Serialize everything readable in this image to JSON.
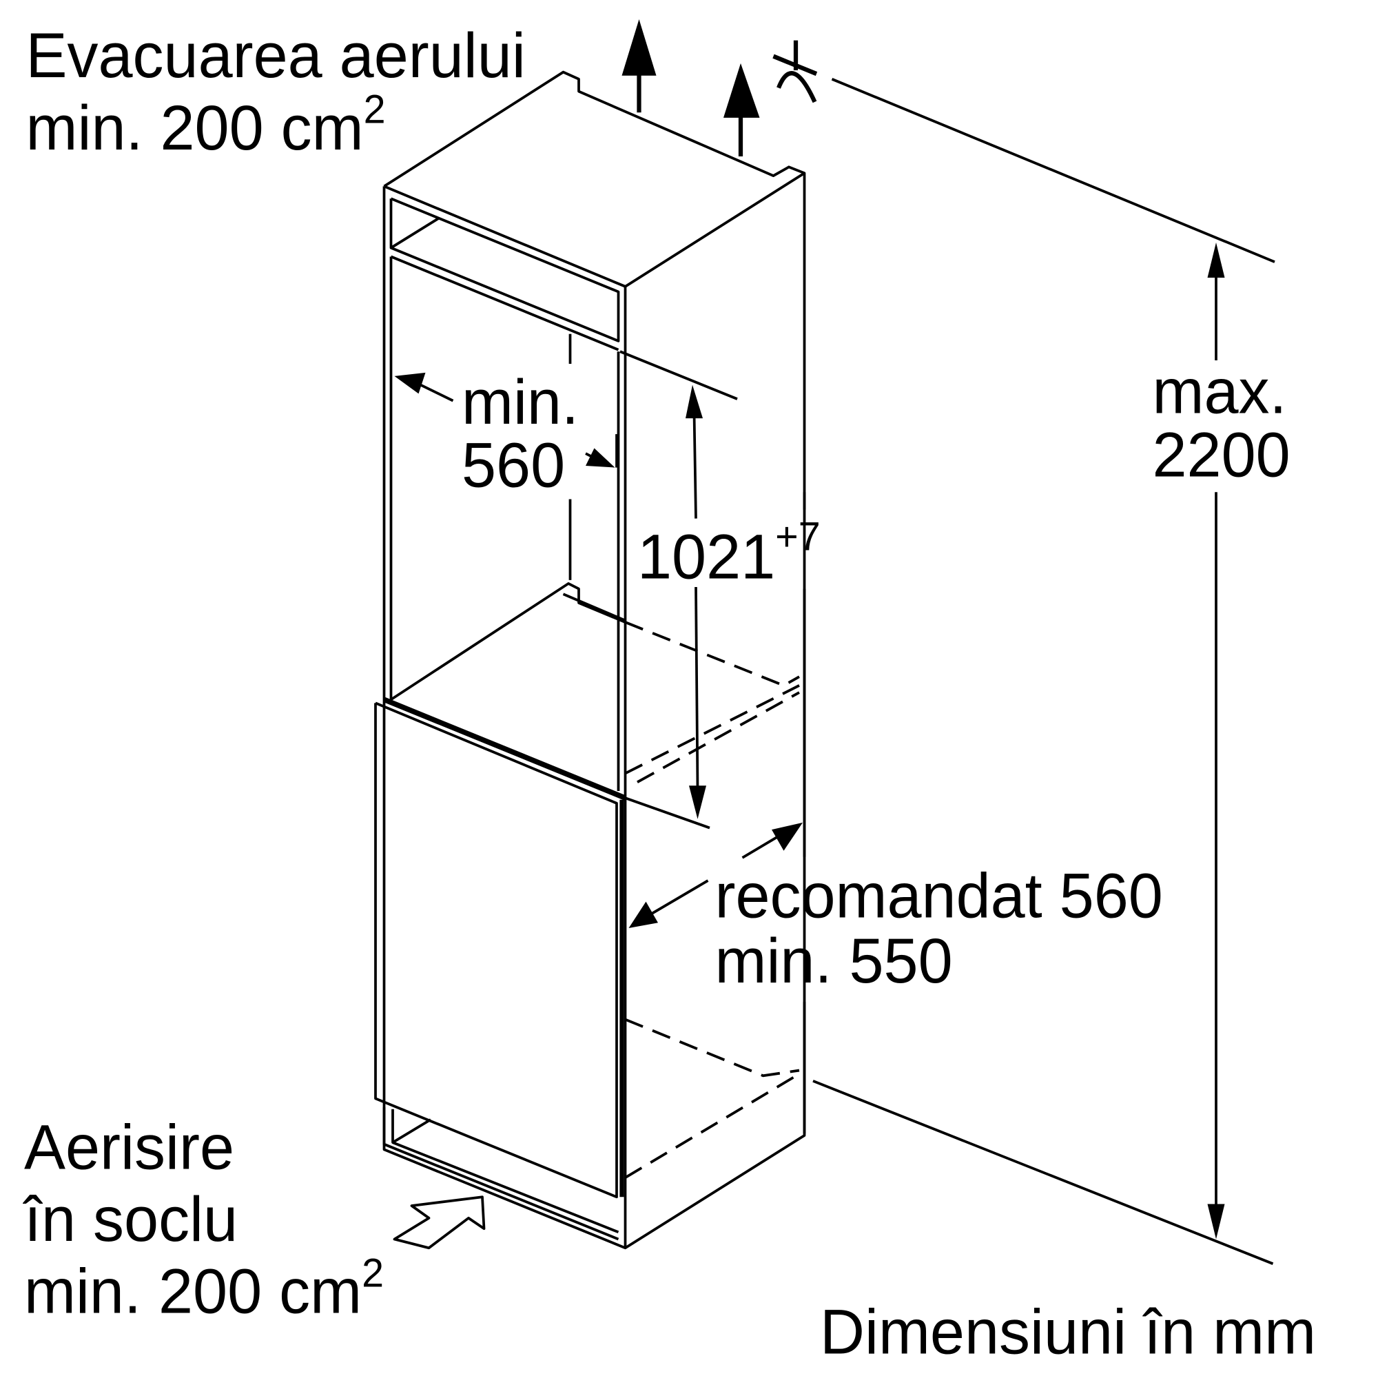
{
  "labels": {
    "exhaust_line1": "Evacuarea aerului",
    "exhaust_line2": "min. 200 cm",
    "exhaust_sup": "2",
    "intake_line1": "Aerisire",
    "intake_line2": "în soclu",
    "intake_line3": "min. 200 cm",
    "intake_sup": "2",
    "width_line1": "min.",
    "width_line2": "560",
    "niche_height": "1021",
    "niche_height_tol": "+7",
    "max_height_line1": "max.",
    "max_height_line2": "2200",
    "depth_line1": "recomandat 560",
    "depth_line2": "min. 550",
    "units": "Dimensiuni în mm"
  }
}
